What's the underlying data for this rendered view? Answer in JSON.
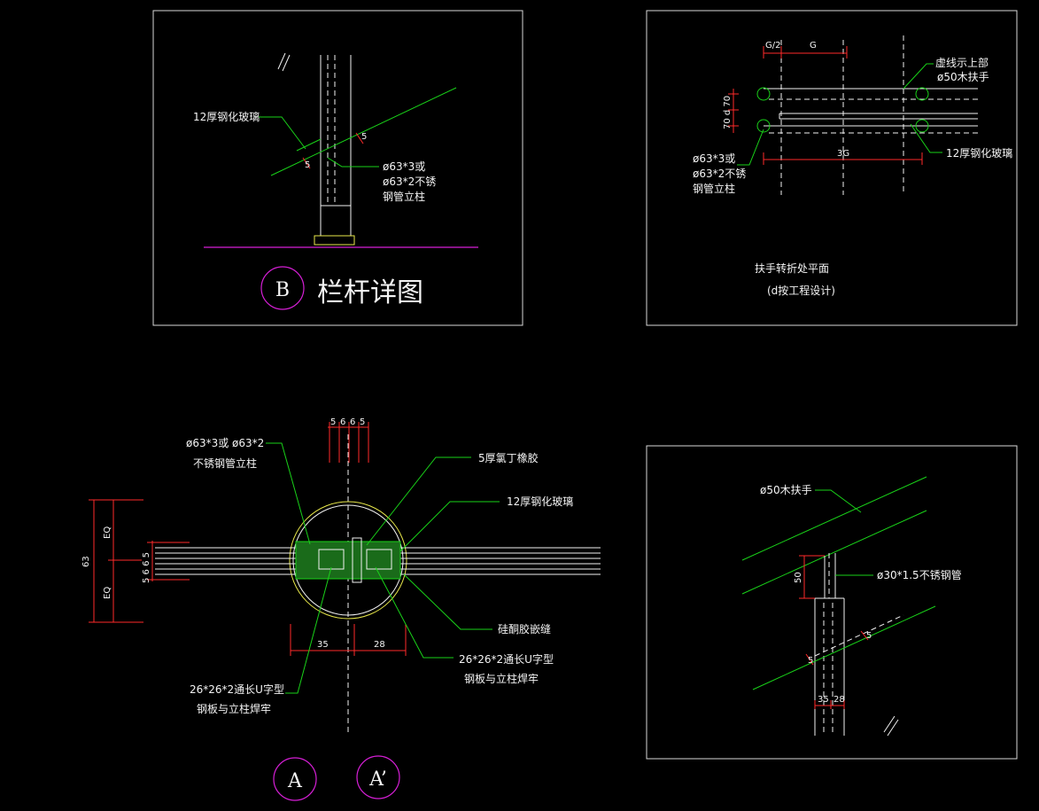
{
  "colors": {
    "background": "#000000",
    "leader": "#19d219",
    "dimension": "#ff2a2a",
    "label_circle": "#d61fd6",
    "outline": "#f2f2f2",
    "yellow": "#e8e84a"
  },
  "panel_b": {
    "glass_label": "12厚钢化玻璃",
    "post_label_1": "ø63*3或",
    "post_label_2": "ø63*2不锈",
    "post_label_3": "钢管立柱",
    "dim_a": "5",
    "dim_b": "5",
    "circle_letter": "B",
    "title": "栏杆详图"
  },
  "panel_plan": {
    "dim_g2": "G/2",
    "dim_g": "G",
    "dim_3g": "3G",
    "dim_vertical": "70 d 70",
    "dashed_note_1": "虚线示上部",
    "dashed_note_2": "ø50木扶手",
    "post_label_1": "ø63*3或",
    "post_label_2": "ø63*2不锈",
    "post_label_3": "钢管立柱",
    "glass_label": "12厚钢化玻璃",
    "title": "扶手转折处平面",
    "subtitle": "(d按工程设计)"
  },
  "panel_section": {
    "top_dims": [
      "5",
      "6",
      "6",
      "5"
    ],
    "post_label_1": "ø63*3或  ø63*2",
    "post_label_2": "不锈钢管立柱",
    "rubber_label": "5厚氯丁橡胶",
    "glass_label": "12厚钢化玻璃",
    "silicone_label": "硅酮胶嵌缝",
    "channel_right_1": "26*26*2通长U字型",
    "channel_right_2": "钢板与立柱焊牢",
    "channel_left_1": "26*26*2通长U字型",
    "channel_left_2": "钢板与立柱焊牢",
    "dim_left": "35",
    "dim_right": "28",
    "dim_total": "63",
    "dim_eq_top": "EQ",
    "dim_eq_bottom": "EQ",
    "dim_small": "5 6 6 5",
    "circle_a": "A",
    "circle_a_prime": "A’"
  },
  "panel_handrail": {
    "handrail_label": "ø50木扶手",
    "tube_label": "ø30*1.5不锈钢管",
    "dim_50": "50",
    "dim_35": "35",
    "dim_28": "28",
    "dim_5a": "5",
    "dim_5b": "5"
  }
}
